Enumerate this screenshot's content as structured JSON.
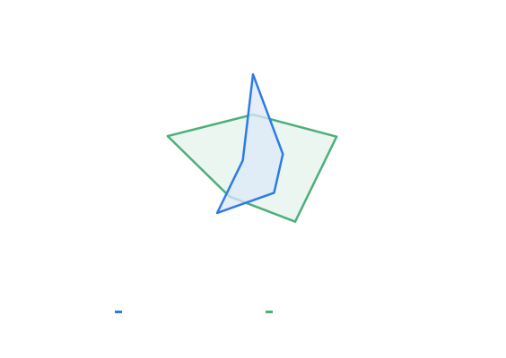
{
  "chart_data": {
    "type": "radar",
    "axes": [
      "",
      "",
      "",
      "",
      ""
    ],
    "rmax": 100,
    "grid": false,
    "legend": "bottom",
    "series": [
      {
        "values": [
          100,
          35,
          40,
          68,
          12
        ],
        "color": "#2e7be6",
        "fill": "#dce8f8"
      },
      {
        "values": [
          55,
          98,
          80,
          45,
          100
        ],
        "color": "#4caf7a",
        "fill": "#e3f3ea"
      }
    ]
  }
}
